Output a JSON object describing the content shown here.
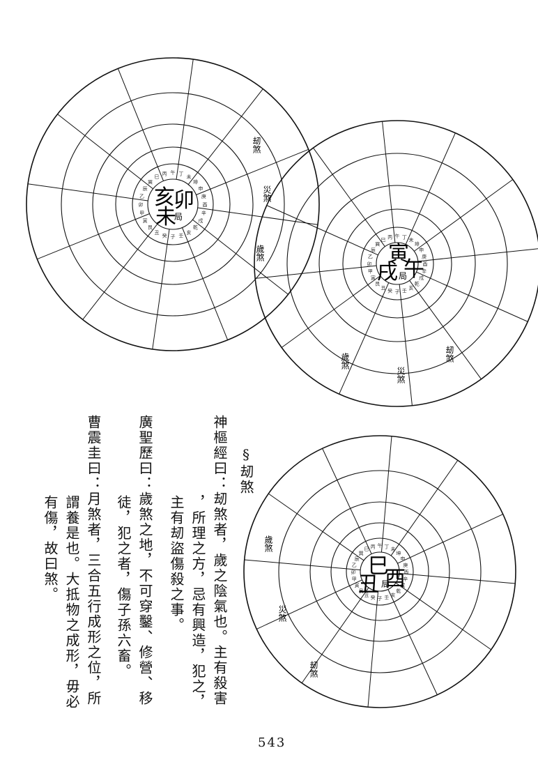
{
  "page_number": "543",
  "section": {
    "marker": "§",
    "title": "刼煞"
  },
  "text_columns": [
    "神樞經曰：刼煞者，歲之陰氣也。主有殺害",
    "，所理之方，忌有興造，犯之，",
    "主有刼盜傷殺之事。",
    "廣聖歷曰：歲煞之地，不可穿鑿、修營、移",
    "徒，犯之者，傷子孫六畜。",
    "曹震圭曰：月煞者，三合五行成形之位，所",
    "謂養是也。大抵物之成形，毋必",
    "有傷，故曰煞。"
  ],
  "charts": [
    {
      "id": "chart-hai-mao-wei",
      "center_chars": [
        "亥",
        "卯",
        "未"
      ],
      "center_label": "局",
      "ring_labels": [
        "刼煞",
        "災煞",
        "歲煞"
      ],
      "inner_ring": [
        "午",
        "丁",
        "未",
        "坤",
        "申",
        "庚",
        "酉",
        "辛",
        "戌",
        "乾",
        "亥",
        "壬",
        "子",
        "癸",
        "丑",
        "艮",
        "寅",
        "甲",
        "卯",
        "乙",
        "辰",
        "巽",
        "巳",
        "丙"
      ]
    },
    {
      "id": "chart-yin-wu-xu",
      "center_chars": [
        "寅",
        "午",
        "戌"
      ],
      "center_label": "局",
      "ring_labels": [
        "歲煞",
        "災煞",
        "刼煞"
      ],
      "inner_ring": [
        "午",
        "丁",
        "未",
        "坤",
        "申",
        "庚",
        "酉",
        "辛",
        "戌",
        "乾",
        "亥",
        "壬",
        "子",
        "癸",
        "丑",
        "艮",
        "寅",
        "甲",
        "卯",
        "乙",
        "辰",
        "巽",
        "巳",
        "丙"
      ]
    },
    {
      "id": "chart-si-you-chou",
      "center_chars": [
        "巳",
        "酉",
        "丑"
      ],
      "center_label": "局",
      "ring_labels": [
        "歲煞",
        "災煞",
        "刼煞"
      ],
      "inner_ring": [
        "午",
        "丁",
        "未",
        "坤",
        "申",
        "庚",
        "酉",
        "辛",
        "戌",
        "乾",
        "亥",
        "壬",
        "子",
        "癸",
        "丑",
        "艮",
        "寅",
        "甲",
        "卯",
        "乙",
        "辰",
        "巽",
        "巳",
        "丙"
      ]
    }
  ]
}
